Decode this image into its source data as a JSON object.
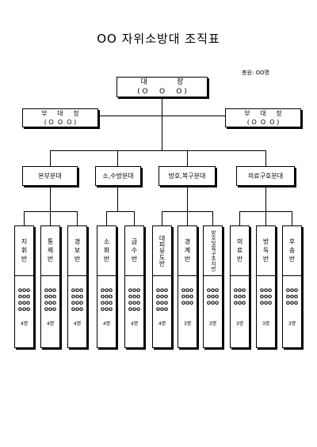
{
  "title": "OO 자위소방대 조직표",
  "total": "총원:   OO명",
  "chief": {
    "role": "대             장",
    "name": "( O     O     O )"
  },
  "vice_left": {
    "role": "부     대     장",
    "name": "( O  O  O )"
  },
  "vice_right": {
    "role": "부     대     장",
    "name": "( O  O  O )"
  },
  "divisions": [
    {
      "label": "본부분대"
    },
    {
      "label": "소,수방분대"
    },
    {
      "label": "방호,복구분대"
    },
    {
      "label": "의료구호분대"
    }
  ],
  "teams": [
    {
      "label": "지휘반",
      "members": "OOO\nOOO\nOOO\nOOO",
      "count": "4명"
    },
    {
      "label": "통제반",
      "members": "OOO\nOOO\nOOO\nOOO",
      "count": "4명"
    },
    {
      "label": "경보반",
      "members": "OOO\nOOO\nOOO\nOOO",
      "count": "4명"
    },
    {
      "label": "소화반",
      "members": "OOO\nOOO\nOOO\nOOO",
      "count": "4명"
    },
    {
      "label": "급수반",
      "members": "OOO\nOOO\nOOO\nOOO",
      "count": "4명"
    },
    {
      "label": "대피유도반",
      "members": "OOO\nOOO\nOOO\nOOO",
      "count": "4명"
    },
    {
      "label": "경계반",
      "members": "OOO\nOOO\nOOO",
      "count": "3명"
    },
    {
      "label": "방호및복구조치반",
      "members": "OOO\nOOO\nOOO",
      "count": "3명"
    },
    {
      "label": "의료반",
      "members": "OOO\nOOO\nOOO",
      "count": "3명"
    },
    {
      "label": "방독반",
      "members": "OOO\nOOO\nOOO",
      "count": "3명"
    },
    {
      "label": "후송반",
      "members": "OOO\nOOO\nOOO",
      "count": "3명"
    }
  ]
}
